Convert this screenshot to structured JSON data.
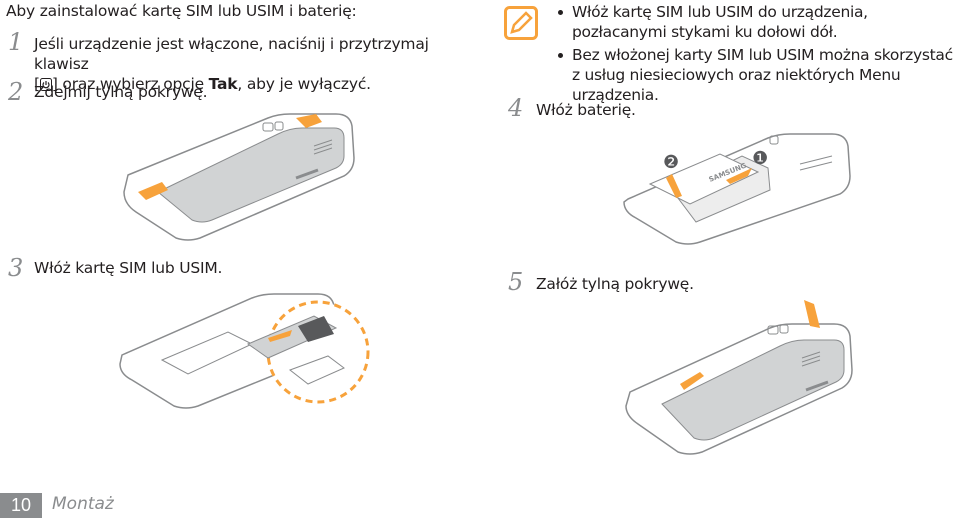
{
  "page": {
    "intro": "Aby zainstalować kartę SIM lub USIM i baterię:"
  },
  "steps": [
    {
      "num": "1",
      "line1": "Jeśli urządzenie jest włączone, naciśnij i przytrzymaj klawisz",
      "line2_pre": "[",
      "line2_post": "] oraz wybierz opcję ",
      "bold": "Tak",
      "line2_end": ", aby je wyłączyć."
    },
    {
      "num": "2",
      "text": "Zdejmij tylną pokrywę."
    },
    {
      "num": "3",
      "text": "Włóż kartę SIM lub USIM."
    },
    {
      "num": "4",
      "text": "Włóż baterię."
    },
    {
      "num": "5",
      "text": "Załóż tylną pokrywę."
    }
  ],
  "notes": [
    "Włóż kartę SIM lub USIM do urządzenia, pozłacanymi stykami ku dołowi dół.",
    "Bez włożonej karty SIM lub USIM można skorzystać z usług niesieciowych oraz niektórych Menu urządzenia."
  ],
  "battery": {
    "brand": "SAMSUNG",
    "marker1": "❶",
    "marker2": "❷"
  },
  "footer": {
    "page_number": "10",
    "section": "Montaż"
  },
  "colors": {
    "arrow": "#f7a23b",
    "note_icon": "#f7a23b",
    "page_tab": "#8a8c8e",
    "line_art": "#8a8c8e"
  },
  "icons": {
    "power_key": "power-key-icon",
    "note": "note-pencil-icon"
  }
}
